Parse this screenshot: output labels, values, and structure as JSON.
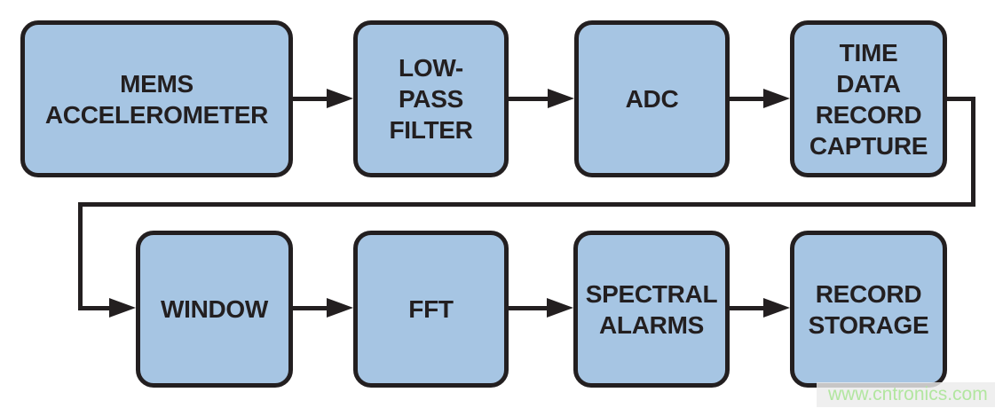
{
  "blocks": [
    {
      "id": "mems",
      "label": "MEMS\nACCELEROMETER"
    },
    {
      "id": "lpf",
      "label": "LOW-\nPASS\nFILTER"
    },
    {
      "id": "adc",
      "label": "ADC"
    },
    {
      "id": "tdrc",
      "label": "TIME\nDATA\nRECORD\nCAPTURE"
    },
    {
      "id": "window",
      "label": "WINDOW"
    },
    {
      "id": "fft",
      "label": "FFT"
    },
    {
      "id": "spectral",
      "label": "SPECTRAL\nALARMS"
    },
    {
      "id": "record",
      "label": "RECORD\nSTORAGE"
    }
  ],
  "flow": "MEMS ACCELEROMETER -> LOW-PASS FILTER -> ADC -> TIME DATA RECORD CAPTURE -> WINDOW -> FFT -> SPECTRAL ALARMS -> RECORD STORAGE",
  "watermark": {
    "text": "www.cntronics.com"
  },
  "colors": {
    "ink": "#231f20",
    "block_fill": "#a6c5e3",
    "watermark_text": "#b2e6a0"
  }
}
